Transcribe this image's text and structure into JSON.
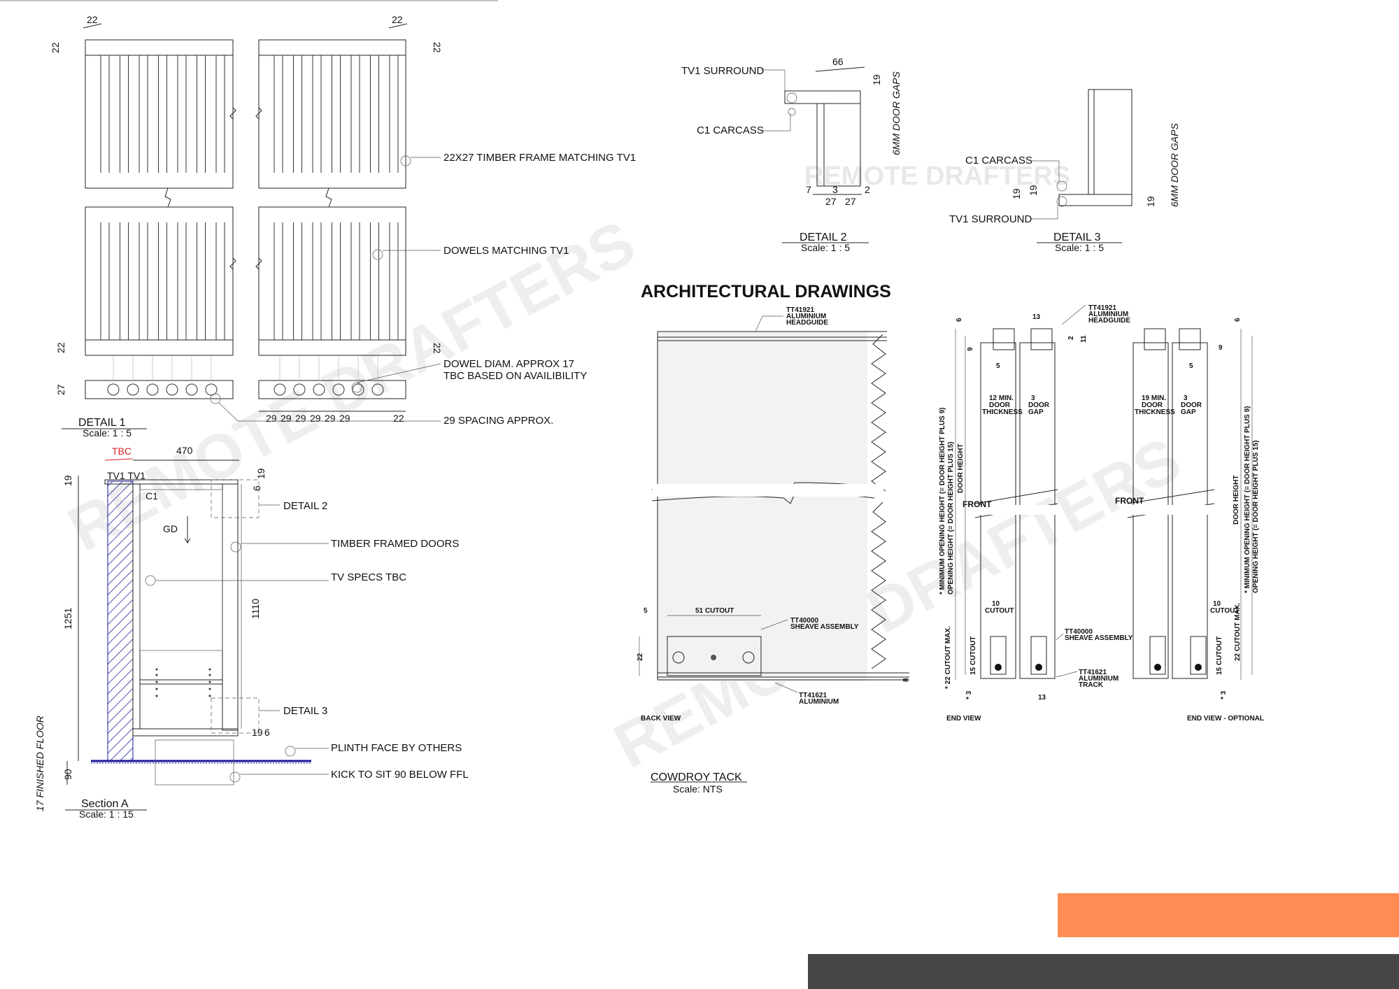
{
  "detail1": {
    "dims_top": [
      "22",
      "22"
    ],
    "dims_side": [
      "22",
      "22",
      "22",
      "22",
      "27"
    ],
    "spacing_dims": [
      "29",
      "29",
      "29",
      "29",
      "29",
      "29",
      "22"
    ],
    "labels": {
      "frame": "22X27 TIMBER FRAME MATCHING TV1",
      "dowels": "DOWELS MATCHING TV1",
      "dowel_diam_1": "DOWEL DIAM. APPROX 17",
      "dowel_diam_2": "TBC BASED ON AVAILIBILITY",
      "spacing": "29 SPACING APPROX."
    },
    "title": "DETAIL 1",
    "scale": "Scale: 1 : 5"
  },
  "detail2": {
    "labels": {
      "surround": "TV1 SURROUND",
      "carcass": "C1 CARCASS",
      "gaps": "6MM DOOR GAPS"
    },
    "dims": {
      "top": "66",
      "right": "19",
      "b1": "7",
      "b2": "3",
      "b3": "2",
      "b4": "27",
      "b5": "27"
    },
    "title": "DETAIL 2",
    "scale": "Scale: 1 : 5"
  },
  "detail3": {
    "labels": {
      "carcass": "C1 CARCASS",
      "surround": "TV1 SURROUND",
      "gaps": "6MM DOOR GAPS"
    },
    "dims": {
      "a": "19",
      "b": "19",
      "c": "19"
    },
    "title": "DETAIL 3",
    "scale": "Scale: 1 : 5"
  },
  "section": {
    "tbc": "TBC",
    "width": "470",
    "tv_label": "TV1 TV1",
    "c1": "C1",
    "gd": "GD",
    "dims": {
      "top": "19",
      "side": "1251",
      "inner": "1110",
      "d6": "6",
      "d19b": "19",
      "d6b": "6",
      "d19t": "19",
      "d90": "90"
    },
    "ffl": "17 FINISHED FLOOR",
    "callouts": {
      "detail2": "DETAIL 2",
      "doors": "TIMBER FRAMED DOORS",
      "tv": "TV SPECS TBC",
      "detail3": "DETAIL 3",
      "plinth": "PLINTH FACE BY OTHERS",
      "kick": "KICK TO SIT 90 BELOW FFL"
    },
    "title": "Section A",
    "scale": "Scale: 1 : 15"
  },
  "arch": {
    "heading": "ARCHITECTURAL DRAWINGS",
    "back": {
      "headguide": [
        "TT41921",
        "ALUMINIUM",
        "HEADGUIDE"
      ],
      "sheave": [
        "TT40000",
        "SHEAVE ASSEMBLY"
      ],
      "track": [
        "TT41621",
        "ALUMINIUM"
      ],
      "cutout": "51 CUTOUT",
      "d5": "5",
      "d22": "22",
      "d8": "8",
      "label": "BACK VIEW"
    },
    "end": {
      "headguide": [
        "TT41921",
        "ALUMINIUM",
        "HEADGUIDE"
      ],
      "sheave": [
        "TT40000",
        "SHEAVE ASSEMBLY"
      ],
      "track": [
        "TT41621",
        "ALUMINIUM",
        "TRACK"
      ],
      "d13": "13",
      "d6": "6",
      "d9": "9",
      "d5": "5",
      "d2": "2",
      "d11": "11",
      "thickness": [
        "12 MIN.",
        "DOOR",
        "THICKNESS"
      ],
      "gap": [
        "3",
        "DOOR",
        "GAP"
      ],
      "front": "FRONT",
      "cutout": [
        "10",
        "CUTOUT"
      ],
      "cut15": "15 CUTOUT",
      "cut22": "* 22 CUTOUT MAX.",
      "min_open": "* MINIMUM OPENING HEIGHT (= DOOR HEIGHT PLUS 9)",
      "open_h": "OPENING HEIGHT (= DOOR HEIGHT PLUS 15)",
      "door_h": "DOOR HEIGHT",
      "d3": "* 3",
      "d13b": "13",
      "label": "END VIEW"
    },
    "opt": {
      "thickness": [
        "19 MIN.",
        "DOOR",
        "THICKNESS"
      ],
      "gap": [
        "3",
        "DOOR",
        "GAP"
      ],
      "front": "FRONT",
      "cutout": [
        "10",
        "CUTOUT"
      ],
      "cut15": "15 CUTOUT",
      "cut22": "22 CUTOUT MAX.",
      "d6": "6",
      "d9": "9",
      "d5": "5",
      "d3": "* 3",
      "door_h": "DOOR HEIGHT",
      "min_open": "* MINIMUM OPENING HEIGHT (= DOOR HEIGHT PLUS 9)",
      "open_h": "OPENING HEIGHT (= DOOR HEIGHT PLUS 15)",
      "label": "END VIEW - OPTIONAL"
    },
    "title": "COWDROY TACK",
    "scale": "Scale: NTS"
  },
  "watermark": "REMOTE DRAFTERS",
  "colors": {
    "accent": "#ff8c55",
    "footer": "#454545",
    "tbc": "#e02020",
    "hatch": "#1a1a9a"
  }
}
